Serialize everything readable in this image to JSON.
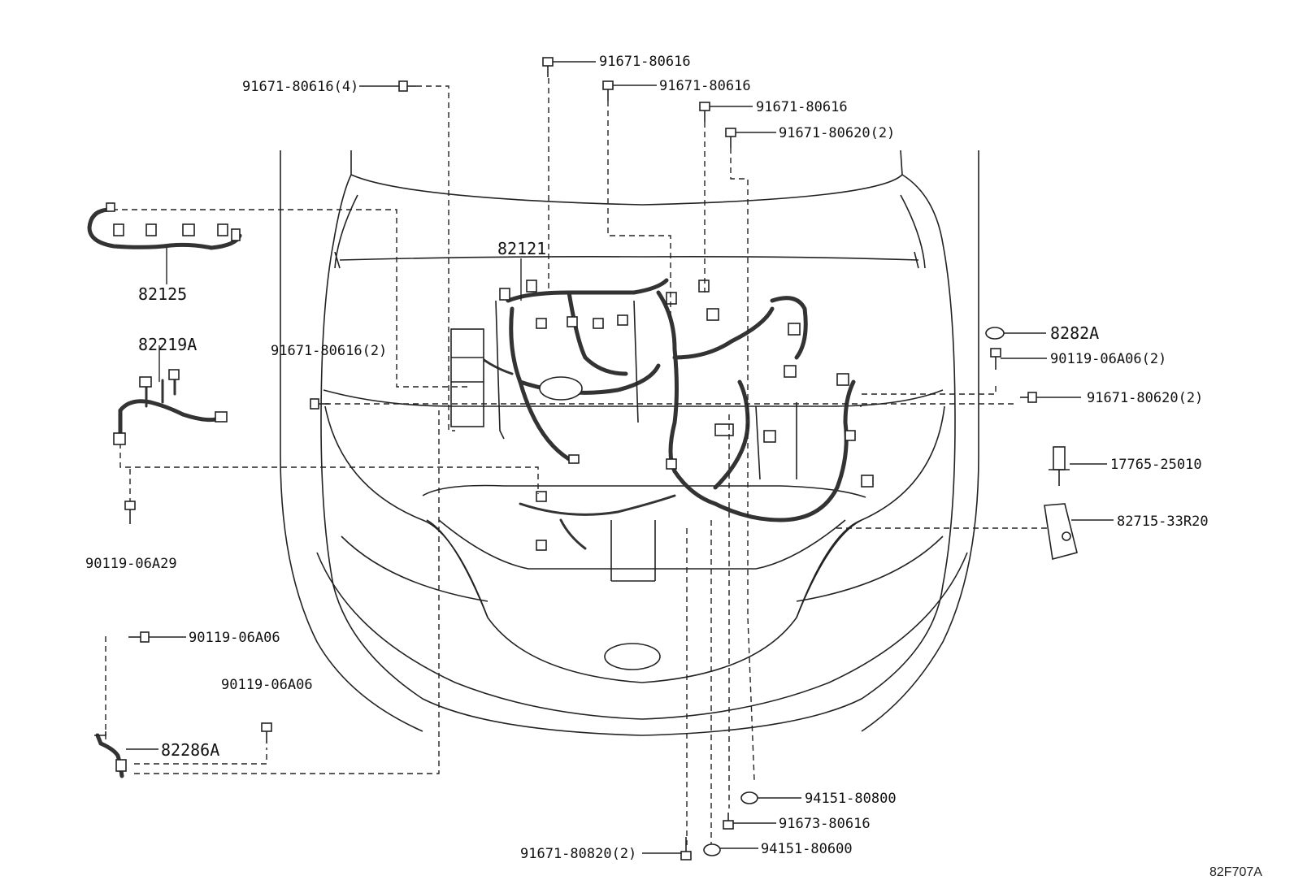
{
  "diagram_code": "82F707A",
  "callouts": {
    "c1": "91671-80616",
    "c2": "91671-80616",
    "c3": "91671-80616",
    "c4": "91671-80620(2)",
    "c5": "91671-80616(4)",
    "c6": "82121",
    "c7": "82125",
    "c8": "82219A",
    "c9": "91671-80616(2)",
    "c10": "8282A",
    "c11": "90119-06A06(2)",
    "c12": "91671-80620(2)",
    "c13": "17765-25010",
    "c14": "82715-33R20",
    "c15": "90119-06A29",
    "c16": "90119-06A06",
    "c17": "90119-06A06",
    "c18": "82286A",
    "c19": "94151-80800",
    "c20": "91673-80616",
    "c21": "91671-80820(2)",
    "c22": "94151-80600"
  }
}
